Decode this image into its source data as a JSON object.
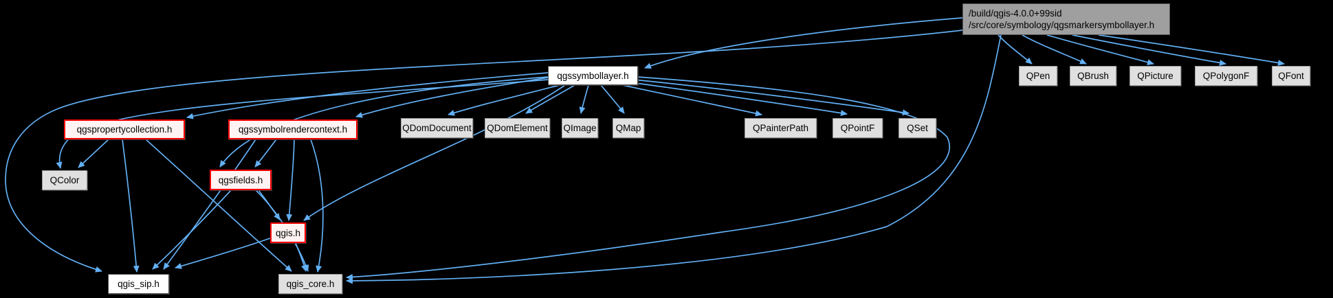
{
  "graph": {
    "type": "include-dependency-graph",
    "colors": {
      "background": "#000000",
      "edge": "#63b0f5",
      "main_node_fill": "#9f9f9f",
      "external_node_fill": "#e0e0e0",
      "internal_node_fill": "#ffffff",
      "truncated_node_border": "#ff0000",
      "truncated_node_fill": "#fff3f3",
      "text": "#000000"
    },
    "title_node": {
      "line1": "/build/qgis-4.0.0+99sid",
      "line2": "/src/core/symbology/qgsmarkersymbollayer.h"
    },
    "nodes": [
      {
        "id": "qgssymbollayer",
        "label": "qgssymbollayer.h"
      },
      {
        "id": "qpen",
        "label": "QPen"
      },
      {
        "id": "qbrush",
        "label": "QBrush"
      },
      {
        "id": "qpicture",
        "label": "QPicture"
      },
      {
        "id": "qpolygonf",
        "label": "QPolygonF"
      },
      {
        "id": "qfont",
        "label": "QFont"
      },
      {
        "id": "qgspropertycollection",
        "label": "qgspropertycollection.h"
      },
      {
        "id": "qgssymbolrendercontext",
        "label": "qgssymbolrendercontext.h"
      },
      {
        "id": "qdomdocument",
        "label": "QDomDocument"
      },
      {
        "id": "qdomelement",
        "label": "QDomElement"
      },
      {
        "id": "qimage",
        "label": "QImage"
      },
      {
        "id": "qmap",
        "label": "QMap"
      },
      {
        "id": "qpainterpath",
        "label": "QPainterPath"
      },
      {
        "id": "qpointf",
        "label": "QPointF"
      },
      {
        "id": "qset",
        "label": "QSet"
      },
      {
        "id": "qcolor",
        "label": "QColor"
      },
      {
        "id": "qgsfields",
        "label": "qgsfields.h"
      },
      {
        "id": "qgis",
        "label": "qgis.h"
      },
      {
        "id": "qgis_sip",
        "label": "qgis_sip.h"
      },
      {
        "id": "qgis_core",
        "label": "qgis_core.h"
      }
    ],
    "edges": [
      {
        "from": "qgsmarkersymbollayer",
        "to": "qgssymbollayer"
      },
      {
        "from": "qgsmarkersymbollayer",
        "to": "QPen"
      },
      {
        "from": "qgsmarkersymbollayer",
        "to": "QBrush"
      },
      {
        "from": "qgsmarkersymbollayer",
        "to": "QPicture"
      },
      {
        "from": "qgsmarkersymbollayer",
        "to": "QPolygonF"
      },
      {
        "from": "qgsmarkersymbollayer",
        "to": "QFont"
      },
      {
        "from": "qgsmarkersymbollayer",
        "to": "qgis_sip.h"
      },
      {
        "from": "qgsmarkersymbollayer",
        "to": "qgis_core.h"
      },
      {
        "from": "qgssymbollayer",
        "to": "qgspropertycollection.h"
      },
      {
        "from": "qgssymbollayer",
        "to": "qgssymbolrendercontext.h"
      },
      {
        "from": "qgssymbollayer",
        "to": "QDomDocument"
      },
      {
        "from": "qgssymbollayer",
        "to": "QDomElement"
      },
      {
        "from": "qgssymbollayer",
        "to": "QImage"
      },
      {
        "from": "qgssymbollayer",
        "to": "QMap"
      },
      {
        "from": "qgssymbollayer",
        "to": "QPainterPath"
      },
      {
        "from": "qgssymbollayer",
        "to": "QPointF"
      },
      {
        "from": "qgssymbollayer",
        "to": "QSet"
      },
      {
        "from": "qgssymbollayer",
        "to": "QColor"
      },
      {
        "from": "qgssymbollayer",
        "to": "qgsfields.h"
      },
      {
        "from": "qgssymbollayer",
        "to": "qgis.h"
      },
      {
        "from": "qgssymbollayer",
        "to": "qgis_core.h"
      },
      {
        "from": "qgspropertycollection.h",
        "to": "QColor"
      },
      {
        "from": "qgspropertycollection.h",
        "to": "qgis_sip.h"
      },
      {
        "from": "qgspropertycollection.h",
        "to": "qgis_core.h"
      },
      {
        "from": "qgssymbolrendercontext.h",
        "to": "qgsfields.h"
      },
      {
        "from": "qgssymbolrendercontext.h",
        "to": "qgis.h"
      },
      {
        "from": "qgssymbolrendercontext.h",
        "to": "qgis_sip.h"
      },
      {
        "from": "qgssymbolrendercontext.h",
        "to": "qgis_core.h"
      },
      {
        "from": "qgsfields.h",
        "to": "qgis.h"
      },
      {
        "from": "qgsfields.h",
        "to": "qgis_sip.h"
      },
      {
        "from": "qgsfields.h",
        "to": "qgis_core.h"
      },
      {
        "from": "qgis.h",
        "to": "qgis_sip.h"
      },
      {
        "from": "qgis.h",
        "to": "qgis_core.h"
      }
    ]
  }
}
